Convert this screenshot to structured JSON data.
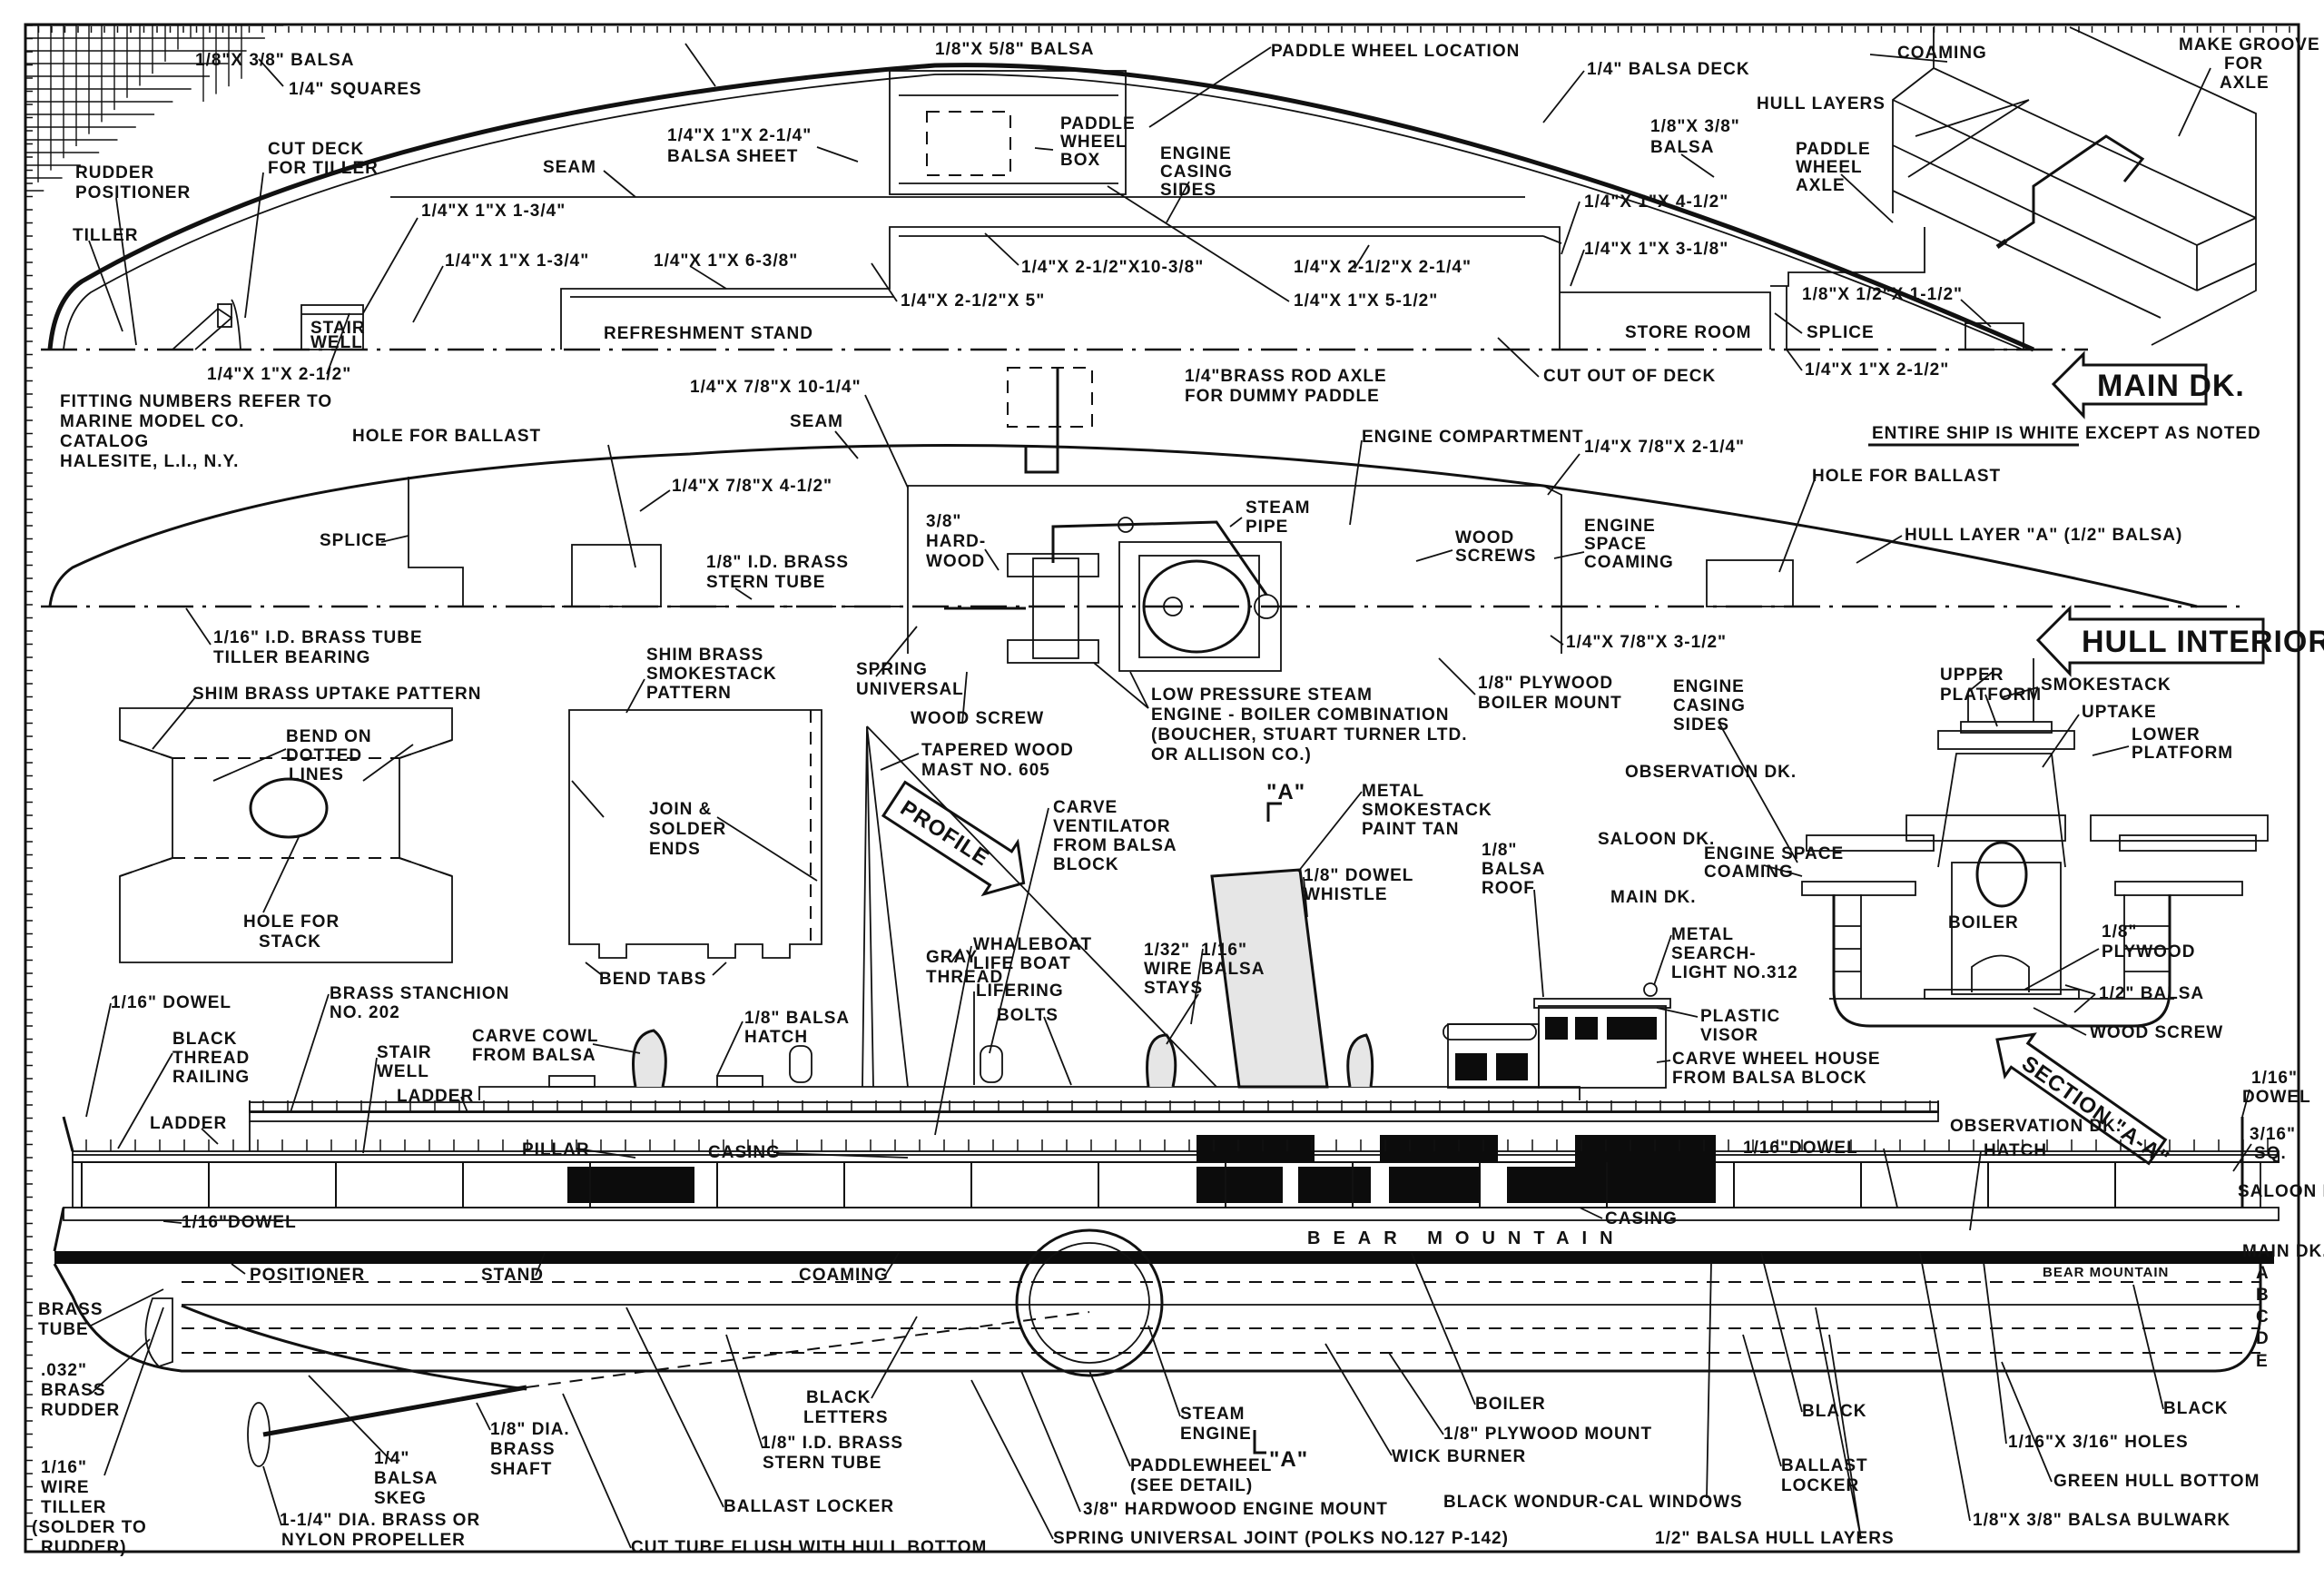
{
  "title": "Bear Mountain Paddle Steamer Model Plan",
  "colors": {
    "ink": "#111111",
    "paper": "#ffffff",
    "stack_tan": "#e6e6e6"
  },
  "grid": {
    "label": "1/4\" SQUARES"
  },
  "main_deck_plan": {
    "arrow_label": "MAIN DK.",
    "labels": {
      "balsa_18x38_top": "1/8\"X 3/8\" BALSA",
      "balsa_18x58": "1/8\"X 5/8\" BALSA",
      "paddle_wheel_location": "PADDLE WHEEL LOCATION",
      "balsa_deck": "1/4\" BALSA DECK",
      "balsa_18x38_right_1": "1/8\"X 3/8\"",
      "balsa_18x38_right_2": "BALSA",
      "rudder_positioner_1": "RUDDER",
      "rudder_positioner_2": "POSITIONER",
      "cut_deck_1": "CUT DECK",
      "cut_deck_2": "FOR TILLER",
      "tiller": "TILLER",
      "seam": "SEAM",
      "sheet_1": "1/4\"X 1\"X 2-1/4\"",
      "sheet_2": "BALSA SHEET",
      "paddle_box_1": "PADDLE",
      "paddle_box_2": "WHEEL",
      "paddle_box_3": "BOX",
      "engine_casing_1": "ENGINE",
      "engine_casing_2": "CASING",
      "engine_casing_3": "SIDES",
      "dim_1x1_34_a": "1/4\"X 1\"X 1-3/4\"",
      "dim_1x1_34_b": "1/4\"X 1\"X 1-3/4\"",
      "dim_6_38": "1/4\"X 1\"X 6-3/8\"",
      "dim_10_38": "1/4\"X 2-1/2\"X10-3/8\"",
      "dim_2_14": "1/4\"X 2-1/2\"X 2-1/4\"",
      "dim_4_12": "1/4\"X 1\"X 4-1/2\"",
      "dim_3_18": "1/4\"X 1\"X 3-1/8\"",
      "dim_5": "1/4\"X 2-1/2\"X 5\"",
      "dim_5_12": "1/4\"X 1\"X 5-1/2\"",
      "dim_1_12": "1/8\"X 1/2\"X 1-1/2\"",
      "splice": "SPLICE",
      "dim_2_12_left": "1/4\"X 1\"X 2-1/2\"",
      "dim_2_12_right": "1/4\"X 1\"X 2-1/2\"",
      "stair_well_1": "STAIR",
      "stair_well_2": "WELL",
      "refreshment_stand": "REFRESHMENT STAND",
      "store_room": "STORE ROOM",
      "cut_out_of_deck": "CUT OUT OF DECK"
    }
  },
  "axle_detail": {
    "labels": {
      "coaming": "COAMING",
      "groove_1": "MAKE GROOVE",
      "groove_2": "FOR",
      "groove_3": "AXLE",
      "hull_layers": "HULL LAYERS",
      "axle_1": "PADDLE",
      "axle_2": "WHEEL",
      "axle_3": "AXLE"
    }
  },
  "notes": {
    "fitting_1": "FITTING NUMBERS REFER TO",
    "fitting_2": "MARINE MODEL CO.",
    "fitting_3": "CATALOG",
    "fitting_4": "HALESITE, L.I., N.Y.",
    "white": "ENTIRE SHIP IS WHITE EXCEPT AS NOTED"
  },
  "hull_interior": {
    "arrow_label": "HULL INTERIOR",
    "labels": {
      "brass_rod_1": "1/4\"BRASS ROD AXLE",
      "brass_rod_2": "FOR DUMMY PADDLE",
      "dim_10_14": "1/4\"X 7/8\"X 10-1/4\"",
      "seam": "SEAM",
      "hole_ballast_left": "HOLE FOR BALLAST",
      "engine_compartment": "ENGINE COMPARTMENT",
      "dim_2_14": "1/4\"X 7/8\"X 2-1/4\"",
      "hole_ballast_right": "HOLE FOR BALLAST",
      "dim_4_12": "1/4\"X 7/8\"X 4-1/2\"",
      "hardwood_1": "3/8\"",
      "hardwood_2": "HARD-",
      "hardwood_3": "WOOD",
      "steam_pipe_1": "STEAM",
      "steam_pipe_2": "PIPE",
      "wood_screws_1": "WOOD",
      "wood_screws_2": "SCREWS",
      "space_coaming_1": "ENGINE",
      "space_coaming_2": "SPACE",
      "space_coaming_3": "COAMING",
      "hull_layer_a": "HULL LAYER \"A\" (1/2\" BALSA)",
      "splice": "SPLICE",
      "stern_tube_1": "1/8\" I.D. BRASS",
      "stern_tube_2": "STERN TUBE",
      "tiller_bearing_1": "1/16\" I.D. BRASS TUBE",
      "tiller_bearing_2": "TILLER BEARING",
      "spring_1": "SPRING",
      "spring_2": "UNIVERSAL",
      "wood_screw": "WOOD SCREW",
      "engine_1": "LOW PRESSURE STEAM",
      "engine_2": "ENGINE - BOILER COMBINATION",
      "engine_3": "(BOUCHER, STUART TURNER LTD.",
      "engine_4": "OR ALLISON CO.)",
      "boiler_mount_1": "1/8\" PLYWOOD",
      "boiler_mount_2": "BOILER MOUNT",
      "dim_3_12": "1/4\"X 7/8\"X 3-1/2\""
    }
  },
  "patterns": {
    "uptake_title": "SHIM BRASS UPTAKE PATTERN",
    "bend_1": "BEND ON",
    "bend_2": "DOTTED",
    "bend_3": "LINES",
    "hole_1": "HOLE FOR",
    "hole_2": "STACK",
    "stack_1": "SHIM BRASS",
    "stack_2": "SMOKESTACK",
    "stack_3": "PATTERN",
    "join_1": "JOIN &",
    "join_2": "SOLDER",
    "join_3": "ENDS",
    "tabs": "BEND TABS"
  },
  "section_aa": {
    "arrow_label": "SECTION \"A-A\"",
    "labels": {
      "upper_platform_1": "UPPER",
      "upper_platform_2": "PLATFORM",
      "smokestack": "SMOKESTACK",
      "uptake": "UPTAKE",
      "lower_platform_1": "LOWER",
      "lower_platform_2": "PLATFORM",
      "casing_1": "ENGINE",
      "casing_2": "CASING",
      "casing_3": "SIDES",
      "obs_dk": "OBSERVATION DK.",
      "saloon_dk": "SALOON DK.",
      "space_coaming_1": "ENGINE SPACE",
      "space_coaming_2": "COAMING",
      "main_dk": "MAIN DK.",
      "boiler": "BOILER",
      "plywood_1": "1/8\"",
      "plywood_2": "PLYWOOD",
      "balsa": "1/2\" BALSA",
      "wood_screw": "WOOD SCREW"
    }
  },
  "profile": {
    "arrow_label": "PROFILE",
    "section_marker": "\"A\"",
    "hull_name": "BEAR MOUNTAIN",
    "labels": {
      "mast_1": "TAPERED WOOD",
      "mast_2": "MAST NO. 605",
      "vent_1": "CARVE",
      "vent_2": "VENTILATOR",
      "vent_3": "FROM BALSA",
      "vent_4": "BLOCK",
      "stack_1": "METAL",
      "stack_2": "SMOKESTACK",
      "stack_3": "PAINT TAN",
      "whistle_1": "1/8\" DOWEL",
      "whistle_2": "WHISTLE",
      "roof_1": "1/8\"",
      "roof_2": "BALSA",
      "roof_3": "ROOF",
      "searchlight_1": "METAL",
      "searchlight_2": "SEARCH-",
      "searchlight_3": "LIGHT NO.312",
      "visor_1": "PLASTIC",
      "visor_2": "VISOR",
      "wheelhouse_1": "CARVE WHEEL HOUSE",
      "wheelhouse_2": "FROM BALSA BLOCK",
      "gray_1": "GRAY",
      "gray_2": "THREAD",
      "whaleboat_1": "WHALEBOAT",
      "whaleboat_2": "LIFE BOAT",
      "lifering": "LIFERING",
      "bolts": "BOLTS",
      "stays_1": "1/32\"",
      "stays_2": "WIRE",
      "stays_3": "STAYS",
      "balsa16_1": "1/16\"",
      "balsa16_2": "BALSA",
      "dowel_top": "1/16\" DOWEL",
      "stanchion_1": "BRASS STANCHION",
      "stanchion_2": "NO. 202",
      "railing_1": "BLACK",
      "railing_2": "THREAD",
      "railing_3": "RAILING",
      "stairwell_1": "STAIR",
      "stairwell_2": "WELL",
      "cowl_1": "CARVE COWL",
      "cowl_2": "FROM BALSA",
      "hatch_1": "1/8\" BALSA",
      "hatch_2": "HATCH",
      "ladder_a": "LADDER",
      "ladder_b": "LADDER",
      "pillar": "PILLAR",
      "casing_a": "CASING",
      "casing_b": "CASING",
      "dowel_a": "1/16\"DOWEL",
      "dowel_b": "1/16\"DOWEL",
      "dowel_right_1": "1/16\"",
      "dowel_right_2": "DOWEL",
      "sq_1": "3/16\"",
      "sq_2": "SQ.",
      "obs_dk": "OBSERVATION DK.",
      "hatch": "HATCH",
      "saloon_dk": "SALOON DK.",
      "main_dk": "MAIN DK.",
      "layer_a": "A",
      "layer_b": "B",
      "layer_c": "C",
      "layer_d": "D",
      "layer_e": "E",
      "bear_mountain_small": "BEAR MOUNTAIN",
      "positioner": "POSITIONER",
      "stand": "STAND",
      "coaming": "COAMING",
      "brass_tube_1": "BRASS",
      "brass_tube_2": "TUBE",
      "rudder_1": ".032\"",
      "rudder_2": "BRASS",
      "rudder_3": "RUDDER",
      "wire_tiller_1": "1/16\"",
      "wire_tiller_2": "WIRE",
      "wire_tiller_3": "TILLER",
      "wire_tiller_4": "(SOLDER TO",
      "wire_tiller_5": "RUDDER)",
      "skeg_1": "1/4\"",
      "skeg_2": "BALSA",
      "skeg_3": "SKEG",
      "shaft_1": "1/8\" DIA.",
      "shaft_2": "BRASS",
      "shaft_3": "SHAFT",
      "prop_1": "1-1/4\" DIA. BRASS OR",
      "prop_2": "NYLON PROPELLER",
      "letters_1": "BLACK",
      "letters_2": "LETTERS",
      "sterntube_1": "1/8\" I.D. BRASS",
      "sterntube_2": "STERN TUBE",
      "ballast_locker": "BALLAST LOCKER",
      "cut_tube": "CUT TUBE FLUSH WITH HULL BOTTOM",
      "steam_engine_1": "STEAM",
      "steam_engine_2": "ENGINE",
      "paddlewheel_1": "PADDLEWHEEL",
      "paddlewheel_2": "(SEE DETAIL)",
      "engine_mount": "3/8\" HARDWOOD ENGINE MOUNT",
      "spring_joint": "SPRING UNIVERSAL JOINT (POLKS NO.127 P-142)",
      "wick": "WICK BURNER",
      "boiler": "BOILER",
      "plywood_mount": "1/8\" PLYWOOD MOUNT",
      "windows": "BLACK WONDUR-CAL WINDOWS",
      "hull_layers": "1/2\" BALSA HULL LAYERS",
      "black_a": "BLACK",
      "ballast_locker_r_1": "BALLAST",
      "ballast_locker_r_2": "LOCKER",
      "bulwark": "1/8\"X 3/8\" BALSA BULWARK",
      "holes": "1/16\"X 3/16\" HOLES",
      "green": "GREEN HULL BOTTOM",
      "black_b": "BLACK"
    }
  }
}
